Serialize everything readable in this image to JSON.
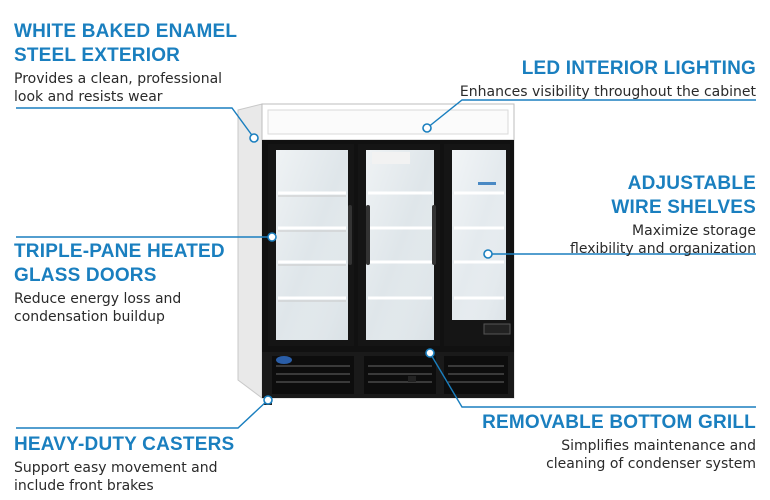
{
  "colors": {
    "accent": "#1a7fbf",
    "text": "#2a2a2a",
    "cabinet_white": "#f2f2f2",
    "frame_black": "#111111"
  },
  "features": {
    "enamel": {
      "title_line1": "WHITE BAKED ENAMEL",
      "title_line2": "STEEL EXTERIOR",
      "desc_line1": "Provides a clean, professional",
      "desc_line2": "look and resists wear"
    },
    "led": {
      "title": "LED INTERIOR LIGHTING",
      "desc": "Enhances visibility throughout the cabinet"
    },
    "shelves": {
      "title_line1": "ADJUSTABLE",
      "title_line2": "WIRE SHELVES",
      "desc_line1": "Maximize storage",
      "desc_line2": "flexibility and organization"
    },
    "doors": {
      "title_line1": "TRIPLE-PANE HEATED",
      "title_line2": "GLASS DOORS",
      "desc_line1": "Reduce energy loss and",
      "desc_line2": "condensation buildup"
    },
    "casters": {
      "title": "HEAVY-DUTY CASTERS",
      "desc_line1": "Support easy movement and",
      "desc_line2": "include front brakes"
    },
    "grill": {
      "title": "REMOVABLE BOTTOM GRILL",
      "desc_line1": "Simplifies maintenance and",
      "desc_line2": "cleaning of condenser system"
    }
  }
}
